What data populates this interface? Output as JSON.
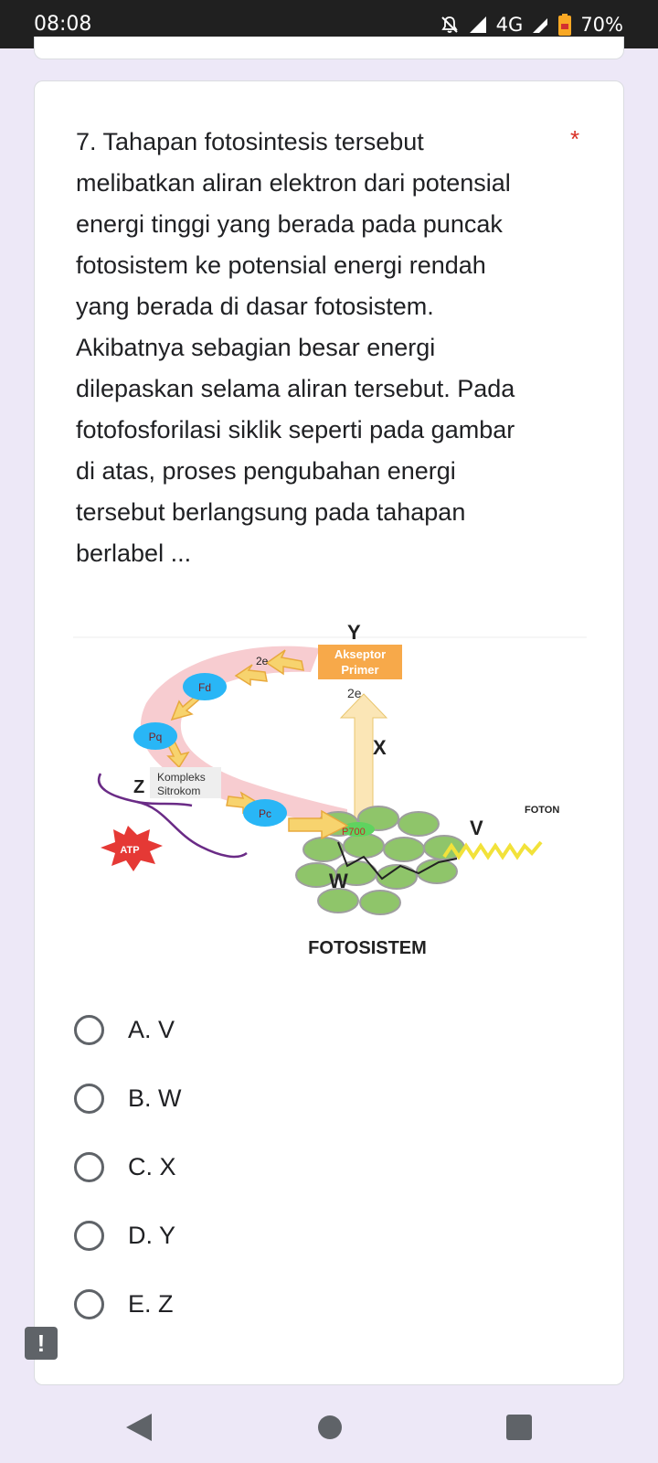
{
  "status_bar": {
    "time": "08:08",
    "network": "4G",
    "battery": "70%",
    "icons": [
      "mute-icon",
      "signal-icon",
      "signal-icon-2",
      "battery-saver-icon"
    ]
  },
  "question": {
    "text": "7.  Tahapan fotosintesis tersebut melibatkan aliran elektron dari potensial energi tinggi yang berada pada puncak fotosistem ke potensial energi rendah yang berada di dasar fotosistem. Akibatnya sebagian besar energi dilepaskan selama aliran tersebut. Pada fotofosforilasi siklik seperti pada gambar di atas, proses pengubahan energi tersebut berlangsung pada tahapan berlabel ...",
    "required_marker": "*"
  },
  "figure": {
    "label_y": "Y",
    "akseptor_line1": "Akseptor",
    "akseptor_line2": "Primer",
    "label_2e_top": "2e",
    "label_2e_arrow": "2e",
    "label_fd": "Fd",
    "label_pq": "Pq",
    "label_x": "X",
    "label_z": "Z",
    "kompleks_line1": "Kompleks",
    "kompleks_line2": "Sitrokom",
    "label_pc": "Pc",
    "label_p700": "P700",
    "label_foton": "FOTON",
    "label_v": "V",
    "label_w": "W",
    "label_atp": "ATP",
    "caption": "FOTOSISTEM"
  },
  "options": [
    {
      "label": "A. V"
    },
    {
      "label": "B. W"
    },
    {
      "label": "C. X"
    },
    {
      "label": "D. Y"
    },
    {
      "label": "E. Z"
    }
  ],
  "report_badge": "!",
  "colors": {
    "background": "#ede8f7",
    "status_bar": "#202020",
    "required": "#d93025",
    "radio": "#5f6368"
  }
}
